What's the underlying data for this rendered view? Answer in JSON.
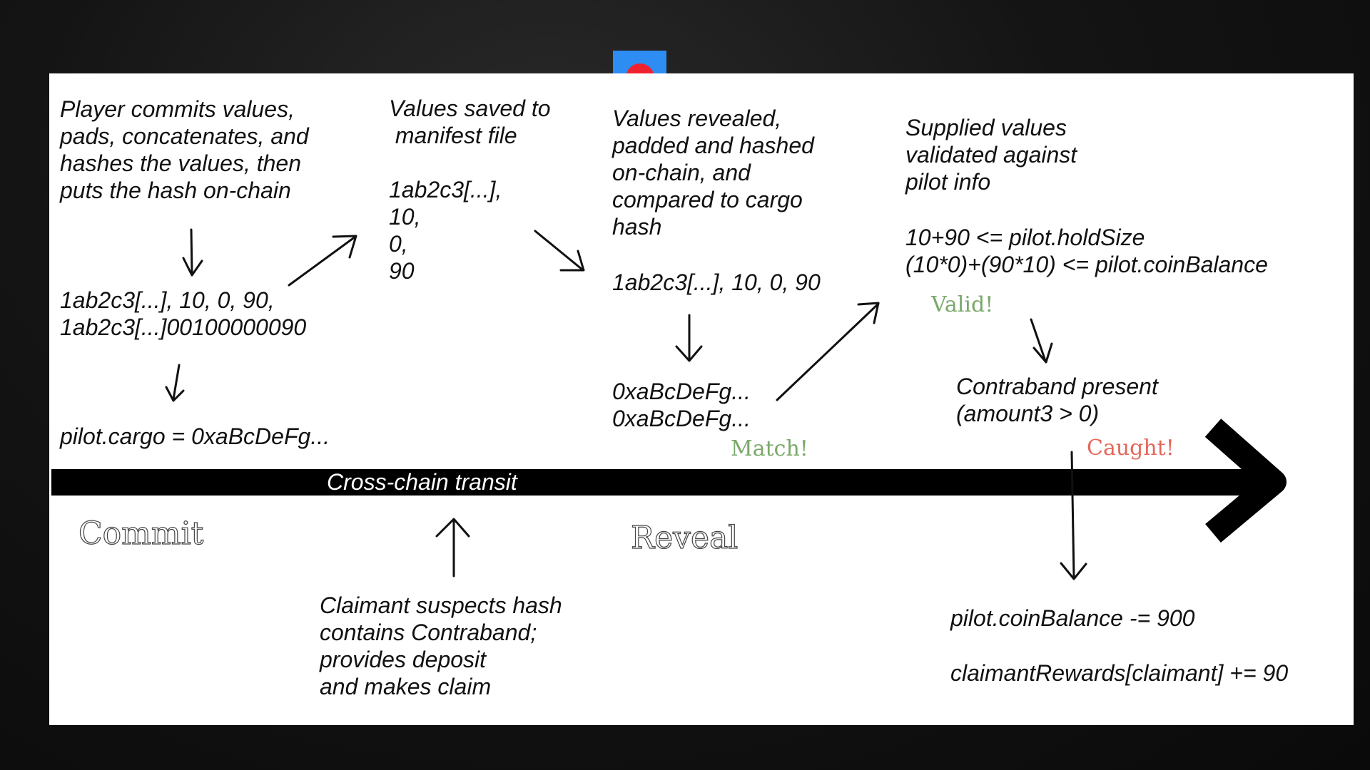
{
  "diagram": {
    "commit_step": {
      "description": "Player commits values,\npads, concatenates, and\nhashes the values, then\nputs the hash on-chain",
      "values": "1ab2c3[...], 10, 0, 90,\n1ab2c3[...]00100000090",
      "cargo": "pilot.cargo = 0xaBcDeFg..."
    },
    "manifest_step": {
      "description": "Values saved to\n manifest file",
      "values": "1ab2c3[...],\n10,\n0,\n90"
    },
    "reveal_step": {
      "description": "Values revealed,\npadded and hashed\non-chain, and\ncompared to cargo\nhash",
      "values": "1ab2c3[...], 10, 0, 90",
      "hashes": "0xaBcDeFg...\n0xaBcDeFg...",
      "status": "Match!"
    },
    "validation_step": {
      "description": "Supplied values\nvalidated against\npilot info",
      "checks": "10+90 <= pilot.holdSize\n(10*0)+(90*10) <= pilot.coinBalance",
      "status": "Valid!"
    },
    "contraband_step": {
      "description": "Contraband present\n(amount3 > 0)",
      "status": "Caught!"
    },
    "timeline": {
      "transit_label": "Cross-chain transit",
      "phase_commit": "Commit",
      "phase_reveal": "Reveal"
    },
    "claim_step": {
      "description": "Claimant suspects hash\ncontains Contraband;\nprovides deposit\nand makes claim"
    },
    "penalty_step": {
      "balance_update": "pilot.coinBalance -= 900",
      "reward_update": "claimantRewards[claimant] += 90"
    },
    "colors": {
      "success": "#7aa86a",
      "failure": "#e4675a",
      "timeline": "#000000",
      "accent_tab": "#2d8df3",
      "accent_dot": "#f0222e"
    }
  }
}
